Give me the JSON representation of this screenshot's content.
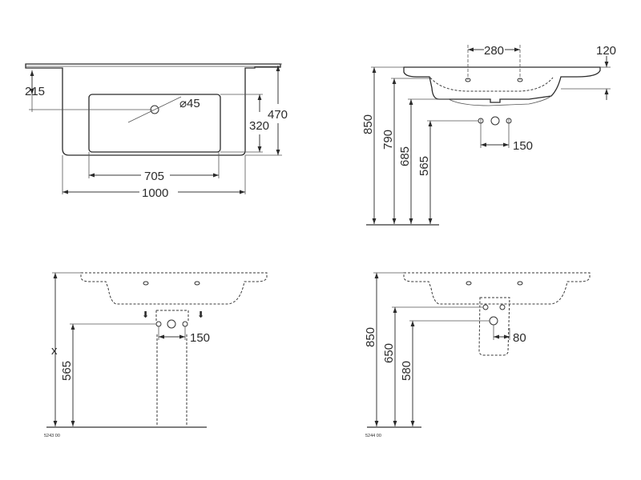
{
  "views": {
    "top_view": {
      "dim_215": "215",
      "dim_hole_diameter": "⌀45",
      "dim_320": "320",
      "dim_470": "470",
      "dim_705": "705",
      "dim_1000": "1000"
    },
    "side_view": {
      "dim_280": "280",
      "dim_120": "120",
      "dim_850": "850",
      "dim_790": "790",
      "dim_685": "685",
      "dim_565": "565",
      "dim_150": "150"
    },
    "front_pedestal_view": {
      "dim_x": "x",
      "dim_565": "565",
      "dim_150": "150",
      "drawing_code": "5243 00"
    },
    "front_semi_pedestal_view": {
      "dim_850": "850",
      "dim_650": "650",
      "dim_580": "580",
      "dim_80": "80",
      "drawing_code": "5244 00"
    }
  },
  "colors": {
    "line": "#2b2b2b",
    "background": "#ffffff"
  }
}
